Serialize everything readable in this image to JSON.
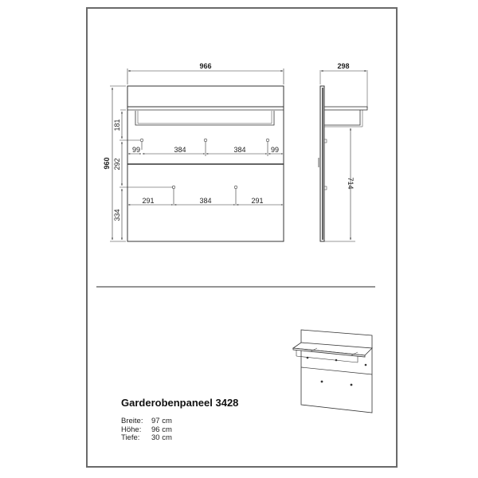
{
  "drawing": {
    "front_view": {
      "overall_width": "966",
      "overall_height": "960",
      "vertical_dims": [
        "181",
        "292",
        "334"
      ],
      "upper_hook_spacing": [
        "99",
        "384",
        "384",
        "99"
      ],
      "lower_hook_spacing": [
        "291",
        "384",
        "291"
      ]
    },
    "side_view": {
      "depth": "298",
      "rail_height": "714"
    }
  },
  "product": {
    "title": "Garderobenpaneel 3428",
    "specs": [
      {
        "label": "Breite:",
        "value": "97 cm"
      },
      {
        "label": "Höhe:",
        "value": "96 cm"
      },
      {
        "label": "Tiefe:",
        "value": "30 cm"
      }
    ]
  },
  "colors": {
    "line": "#333333",
    "frame": "#6a6a6a"
  }
}
